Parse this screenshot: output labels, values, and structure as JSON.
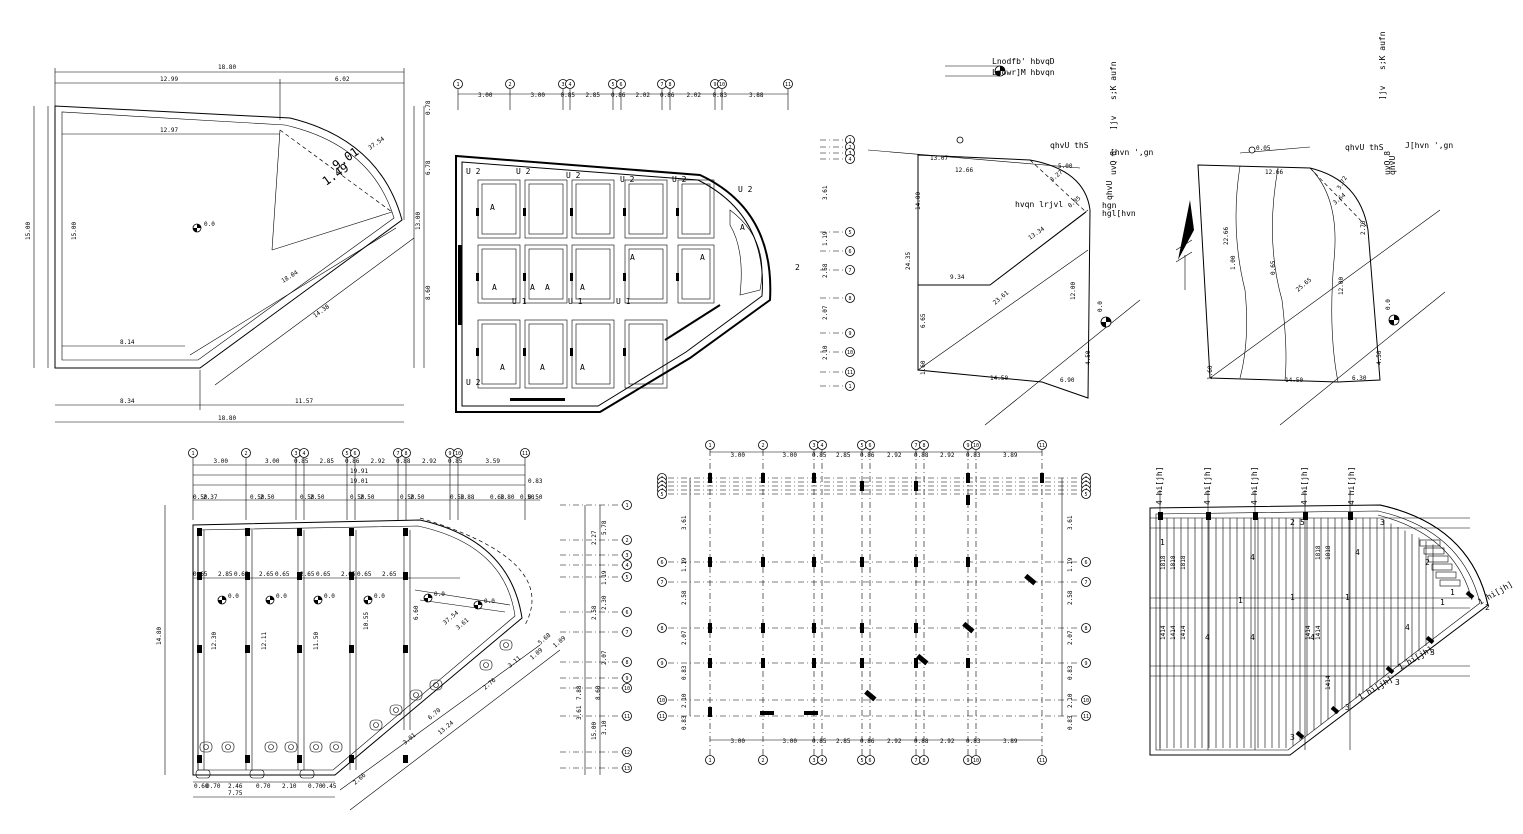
{
  "plan_site": {
    "dims": [
      "18.80",
      "12.99",
      "6.02",
      "12.97",
      "9.01",
      "1.49",
      "37.54",
      "15.00",
      "15.00",
      "13.00",
      "0.78",
      "6.78",
      "8.60",
      "18.04",
      "14.38",
      "8.14",
      "8.34",
      "11.57",
      "18.80"
    ],
    "level": "0.0"
  },
  "plan_rooms": {
    "grid_top": [
      "1",
      "2",
      "3",
      "4",
      "5",
      "6",
      "7",
      "8",
      "9",
      "10",
      "11"
    ],
    "spacings": [
      "3.00",
      "3.00",
      "0.85",
      "2.85",
      "0.86",
      "2.02",
      "0.86",
      "2.02",
      "0.83",
      "3.88"
    ],
    "labels": [
      "U 2",
      "U 2",
      "U 2",
      "U 2",
      "U 2",
      "U 2",
      "U 1",
      "U 1",
      "U 1",
      "U 2",
      "A",
      "2"
    ]
  },
  "plan_survey1": {
    "header_lines": [
      "Lnodfb' hbvqD",
      "Lnowr]M hbvqn"
    ],
    "side_text": "s;K aufn",
    "side_text2": "]jv",
    "labels": [
      "qhvU thS",
      "uvQ 8",
      "[hvn ',gn",
      "qhvU",
      "hgn",
      "hvqn lrjvl",
      "hgl[hvn"
    ],
    "dims": [
      "13.07",
      "12.66",
      "5.00",
      "3.27",
      "14.00",
      "24.35",
      "9.34",
      "13.34",
      "23.61",
      "12.00",
      "6.65",
      "14.50",
      "6.90",
      "4.50",
      "1.60",
      "0.05"
    ],
    "level": "0.0"
  },
  "plan_survey2": {
    "side_text": "s;K aufn",
    "side_text2": "]jv",
    "labels": [
      "qhvU thS",
      "uvQ 8",
      "J[hvn ',gn",
      "qhvU"
    ],
    "dims": [
      "12.66",
      "3.72",
      "3.64",
      "1.00",
      "0.65",
      "25.65",
      "22.66",
      "2.70",
      "12.00",
      "14.50",
      "6.30",
      "4.50",
      "1.60",
      "0.05"
    ],
    "level": "0.0"
  },
  "plan_columns": {
    "spacings": [
      "3.00",
      "3.00",
      "0.85",
      "2.85",
      "0.86",
      "2.92",
      "0.88",
      "2.92",
      "0.85",
      "3.59"
    ],
    "totals": [
      "19.91",
      "19.01",
      "0.83"
    ],
    "beam_widths": [
      "0.50",
      "2.37",
      "0.50",
      "2.50",
      "0.50",
      "2.50",
      "0.50",
      "2.50",
      "0.50",
      "2.50",
      "0.50",
      "1.88",
      "0.60",
      "1.80",
      "0.50",
      "0.50"
    ],
    "inner": [
      "0.65",
      "2.85",
      "0.65",
      "2.65",
      "0.65",
      "2.65",
      "0.65",
      "2.65",
      "0.65",
      "2.65"
    ],
    "vertical": [
      "12.30",
      "12.11",
      "11.50",
      "10.55",
      "6.60",
      "37.54",
      "3.61",
      "5.68",
      "1.09",
      "1.09",
      "3.11",
      "2.76",
      "3.01",
      "6.70",
      "13.24",
      "2.66"
    ],
    "bottom": [
      "0.60",
      "0.70",
      "2.46",
      "0.70",
      "2.10",
      "0.70",
      "0.45",
      "7.75"
    ],
    "side": [
      "14.80",
      "3.61",
      "5.78",
      "2.27",
      "1.19",
      "2.58",
      "2.30",
      "2.07",
      "8.60",
      "7.88",
      "3.10",
      "15.00"
    ],
    "level": "0.0"
  },
  "plan_grid": {
    "spacings": [
      "3.00",
      "3.00",
      "0.85",
      "2.85",
      "0.86",
      "2.92",
      "0.88",
      "2.92",
      "0.83",
      "3.89"
    ],
    "row_dims": [
      "3.61",
      "1.19",
      "2.58",
      "2.07",
      "0.83",
      "2.10",
      "0.83"
    ]
  },
  "plan_joists": {
    "top_labels": [
      "4 hi[jh]",
      "4 hi[jh]",
      "4 hi[jh]",
      "4 hi[jh]",
      "4 hi[jh]"
    ],
    "side_labels": [
      "1 hi[jh]",
      "1 hi[jh]",
      "1 hi[jh]"
    ],
    "nums": [
      "1",
      "2",
      "3",
      "4",
      "4",
      "4",
      "4",
      "4",
      "4",
      "2",
      "2",
      "1",
      "1",
      "1",
      "1",
      "3",
      "3",
      "3",
      "3",
      "5",
      "1"
    ],
    "small": [
      "1818",
      "1818",
      "1818",
      "1414",
      "1414",
      "1414",
      "1818",
      "1818",
      "1414",
      "1414",
      "1414"
    ]
  }
}
